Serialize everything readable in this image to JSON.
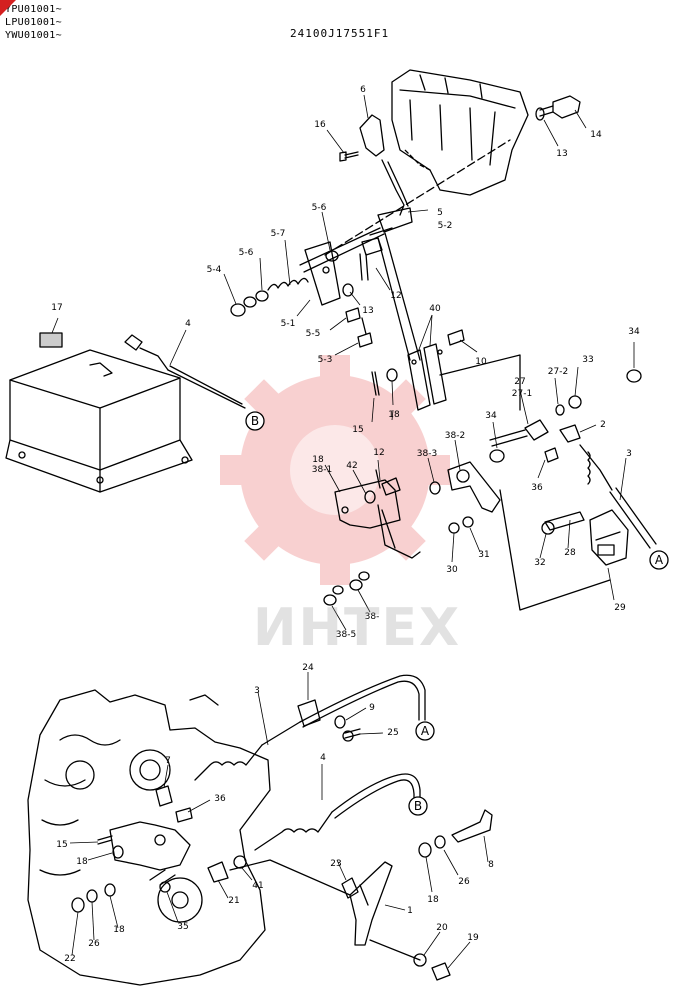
{
  "header": {
    "serials": [
      "YPU01001~",
      "LPU01001~",
      "YWU01001~"
    ],
    "document_code": "24100J17551F1"
  },
  "watermark": {
    "text": "ИНТЕХ",
    "color": "#e03030"
  },
  "callouts": {
    "top": [
      "6",
      "16",
      "14",
      "13",
      "5",
      "5-2",
      "5-6",
      "5-7",
      "5-6",
      "5-4",
      "13",
      "12",
      "5-1",
      "5-5",
      "5-3",
      "17",
      "4",
      "40",
      "10",
      "34",
      "27-2",
      "33",
      "27",
      "27-1",
      "18",
      "15",
      "34",
      "2",
      "3",
      "12",
      "38-2",
      "42",
      "18",
      "38-1",
      "38-3",
      "36",
      "31",
      "30",
      "32",
      "28",
      "29",
      "38-5",
      "38-"
    ],
    "bottom": [
      "24",
      "3",
      "9",
      "25",
      "4",
      "7",
      "36",
      "15",
      "18",
      "23",
      "41",
      "21",
      "35",
      "18",
      "26",
      "22",
      "8",
      "26",
      "18",
      "1",
      "20",
      "19"
    ]
  },
  "connectors": {
    "a": "A",
    "b": "B"
  }
}
